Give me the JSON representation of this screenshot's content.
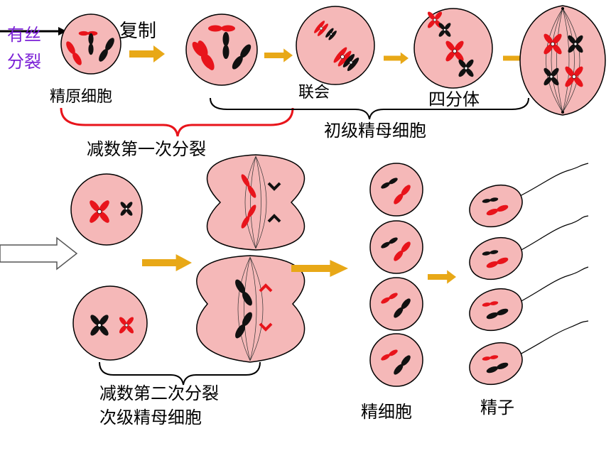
{
  "labels": {
    "mitosis_line1": "有丝",
    "mitosis_line2": "分裂",
    "replication": "复制",
    "spermatogonium": "精原细胞",
    "synapsis": "联会",
    "tetrad": "四分体",
    "primary_spermatocyte": "初级精母细胞",
    "meiosis_one": "减数第一次分裂",
    "meiosis_two": "减数第二次分裂",
    "secondary_spermatocyte": "次级精母细胞",
    "spermatid": "精细胞",
    "sperm": "精子"
  },
  "colors": {
    "cell_fill": "#f5b8b8",
    "cell_stroke": "#000000",
    "chromosome_red": "#e8141b",
    "chromosome_black": "#111111",
    "arrow": "#e8a817",
    "mitosis_text": "#7a1fd6",
    "brace_red": "#e8141b",
    "brace_black": "#000000",
    "hollow_arrow": "#ffffff"
  }
}
